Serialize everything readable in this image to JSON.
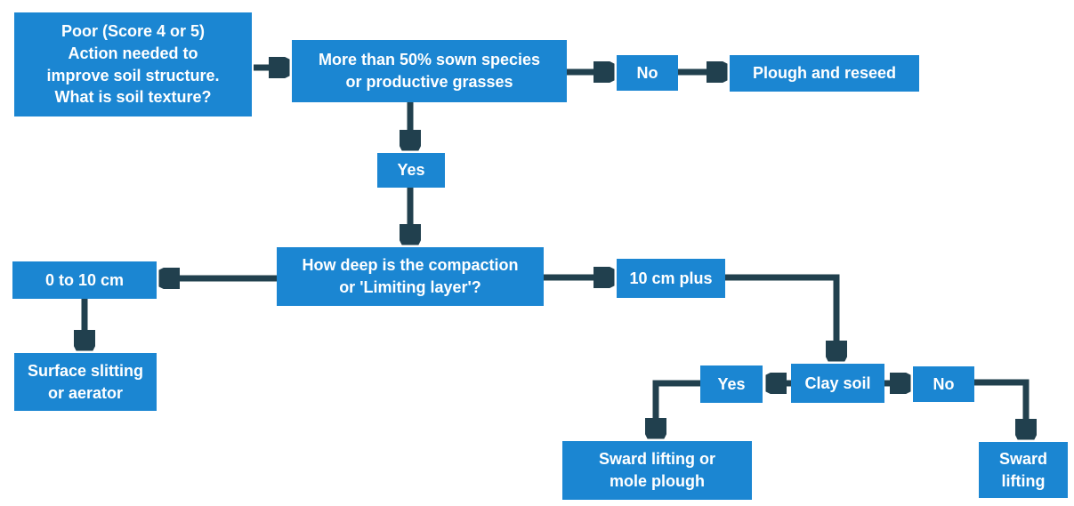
{
  "diagram": {
    "type": "flowchart",
    "background_color": "#ffffff",
    "box_color": "#1b86d2",
    "arrow_color": "#21404e",
    "text_color": "#ffffff",
    "nodes": {
      "poor": {
        "text": "Poor (Score 4 or 5)\nAction needed to\nimprove soil structure.\nWhat is soil texture?"
      },
      "sown": {
        "text": "More than 50% sown species\nor productive grasses"
      },
      "no1": {
        "text": "No"
      },
      "plough": {
        "text": "Plough and reseed"
      },
      "yes1": {
        "text": "Yes"
      },
      "howdeep": {
        "text": "How deep is the compaction\nor 'Limiting layer'?"
      },
      "cm0to10": {
        "text": "0 to 10 cm"
      },
      "surface": {
        "text": "Surface slitting\nor aerator"
      },
      "cm10plus": {
        "text": "10 cm plus"
      },
      "clay": {
        "text": "Clay soil"
      },
      "yes2": {
        "text": "Yes"
      },
      "no2": {
        "text": "No"
      },
      "swardmole": {
        "text": "Sward lifting or\nmole plough"
      },
      "sward": {
        "text": "Sward\nlifting"
      }
    },
    "edges": [
      {
        "from": "poor",
        "to": "sown"
      },
      {
        "from": "sown",
        "to": "no1"
      },
      {
        "from": "no1",
        "to": "plough"
      },
      {
        "from": "sown",
        "to": "yes1"
      },
      {
        "from": "yes1",
        "to": "howdeep"
      },
      {
        "from": "howdeep",
        "to": "cm0to10"
      },
      {
        "from": "cm0to10",
        "to": "surface"
      },
      {
        "from": "howdeep",
        "to": "cm10plus"
      },
      {
        "from": "cm10plus",
        "to": "clay"
      },
      {
        "from": "clay",
        "to": "yes2"
      },
      {
        "from": "clay",
        "to": "no2"
      },
      {
        "from": "yes2",
        "to": "swardmole"
      },
      {
        "from": "no2",
        "to": "sward"
      }
    ]
  }
}
